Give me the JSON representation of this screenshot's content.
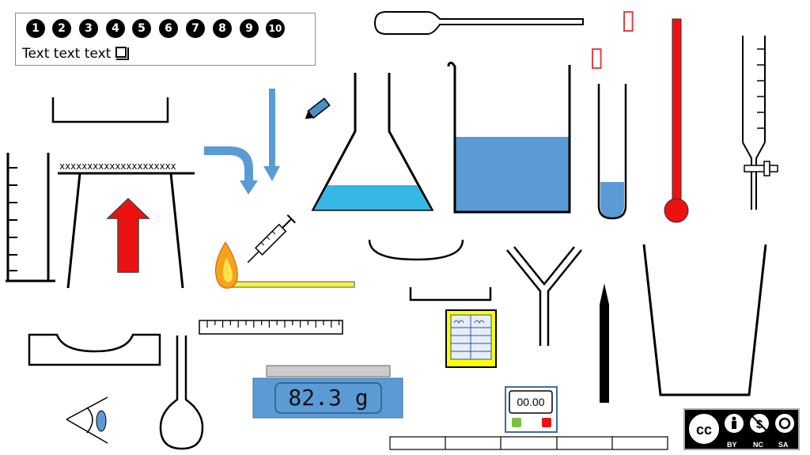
{
  "legend": {
    "numbers": [
      "1",
      "2",
      "3",
      "4",
      "5",
      "6",
      "7",
      "8",
      "9",
      "10"
    ],
    "text": "Text text text"
  },
  "gauze_label": "xxxxxxxxxxxxxxxxxxxxx",
  "balance": {
    "reading": "82.3 g"
  },
  "timer": {
    "reading": "00.00"
  },
  "license": {
    "labels": [
      "BY",
      "NC",
      "SA"
    ]
  },
  "missing_glyphs": [
    "▯",
    "▯"
  ],
  "colors": {
    "liquid": "#5b9bd5",
    "water_light": "#36b8e6",
    "thermometer": "#ee1111",
    "match_stick": "#f2f24a",
    "notepad": "#ffff00",
    "arrow_red": "#ee1111",
    "arrow_blue": "#5b9bd5"
  },
  "icons": [
    "eye-icon",
    "flame-icon",
    "syringe-icon",
    "marker-icon",
    "cc-icon",
    "by-icon",
    "nc-icon",
    "sa-icon"
  ]
}
